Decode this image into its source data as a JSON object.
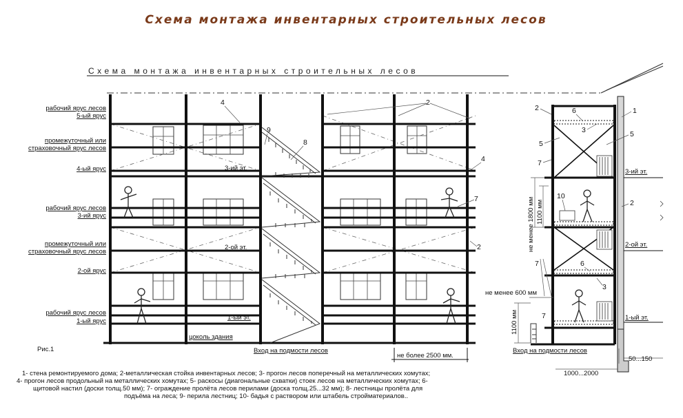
{
  "title": "Схема монтажа инвентарных строительных лесов",
  "subtitle": "Схема монтажа инвентарных строительных лесов",
  "left_labels": [
    {
      "key": "work5",
      "text": "рабочий ярус лесов",
      "text2": "5-ый ярус"
    },
    {
      "key": "inter1",
      "text": "промежуточный или",
      "text2": "страховочный ярус лесов"
    },
    {
      "key": "tier4",
      "text": "4-ый ярус"
    },
    {
      "key": "work3",
      "text": "рабочий ярус лесов",
      "text2": "3-ий ярус"
    },
    {
      "key": "inter2",
      "text": "промежуточный или",
      "text2": "страховочный ярус лесов"
    },
    {
      "key": "tier2",
      "text": "2-ой ярус"
    },
    {
      "key": "work1",
      "text": "рабочий ярус лесов",
      "text2": "1-ый ярус"
    }
  ],
  "floor_labels": [
    "3-ий эт.",
    "2-ой эт.",
    "1-ый эт."
  ],
  "plinth_label": "цоколь здания",
  "entrance_label": "Вход на подмости лесов",
  "span_label": "не более 2500 мм.",
  "figure_label": "Рис.1",
  "numbers": {
    "n1": "1",
    "n2": "2",
    "n3": "3",
    "n4": "4",
    "n5": "5",
    "n6": "6",
    "n7": "7",
    "n8": "8",
    "n9": "9",
    "n10": "10"
  },
  "section": {
    "floor3": "3-ий эт.",
    "floor2": "2-ой эт.",
    "floor1": "1-ый эт.",
    "min1800": "не менее 1800 мм",
    "dim1100a": "1100 мм",
    "min600": "не менее 600 мм",
    "dim1100b": "1100 мм",
    "entrance": "Вход на подмости лесов",
    "dim50": "50...150",
    "dim1000": "1000...2000"
  },
  "legend": [
    "1- стена ремонтируемого дома;  2-металлическая стойка инвентарных лесов;  3- прогон лесов поперечный на металлических хомутах;",
    "4- прогон лесов продольный на металлических хомутах;  5- раскосы (диагональные схватки) стоек лесов на металлических хомутах;  6-",
    "щитовой настил (доски толщ.50 мм);  7- ограждение пролёта лесов перилами (доска толщ.25...32 мм);  8- лестницы пролёта для",
    "подъёма на леса;  9- перила лестниц;  10- бадья с раствором или штабель стройматериалов.."
  ]
}
